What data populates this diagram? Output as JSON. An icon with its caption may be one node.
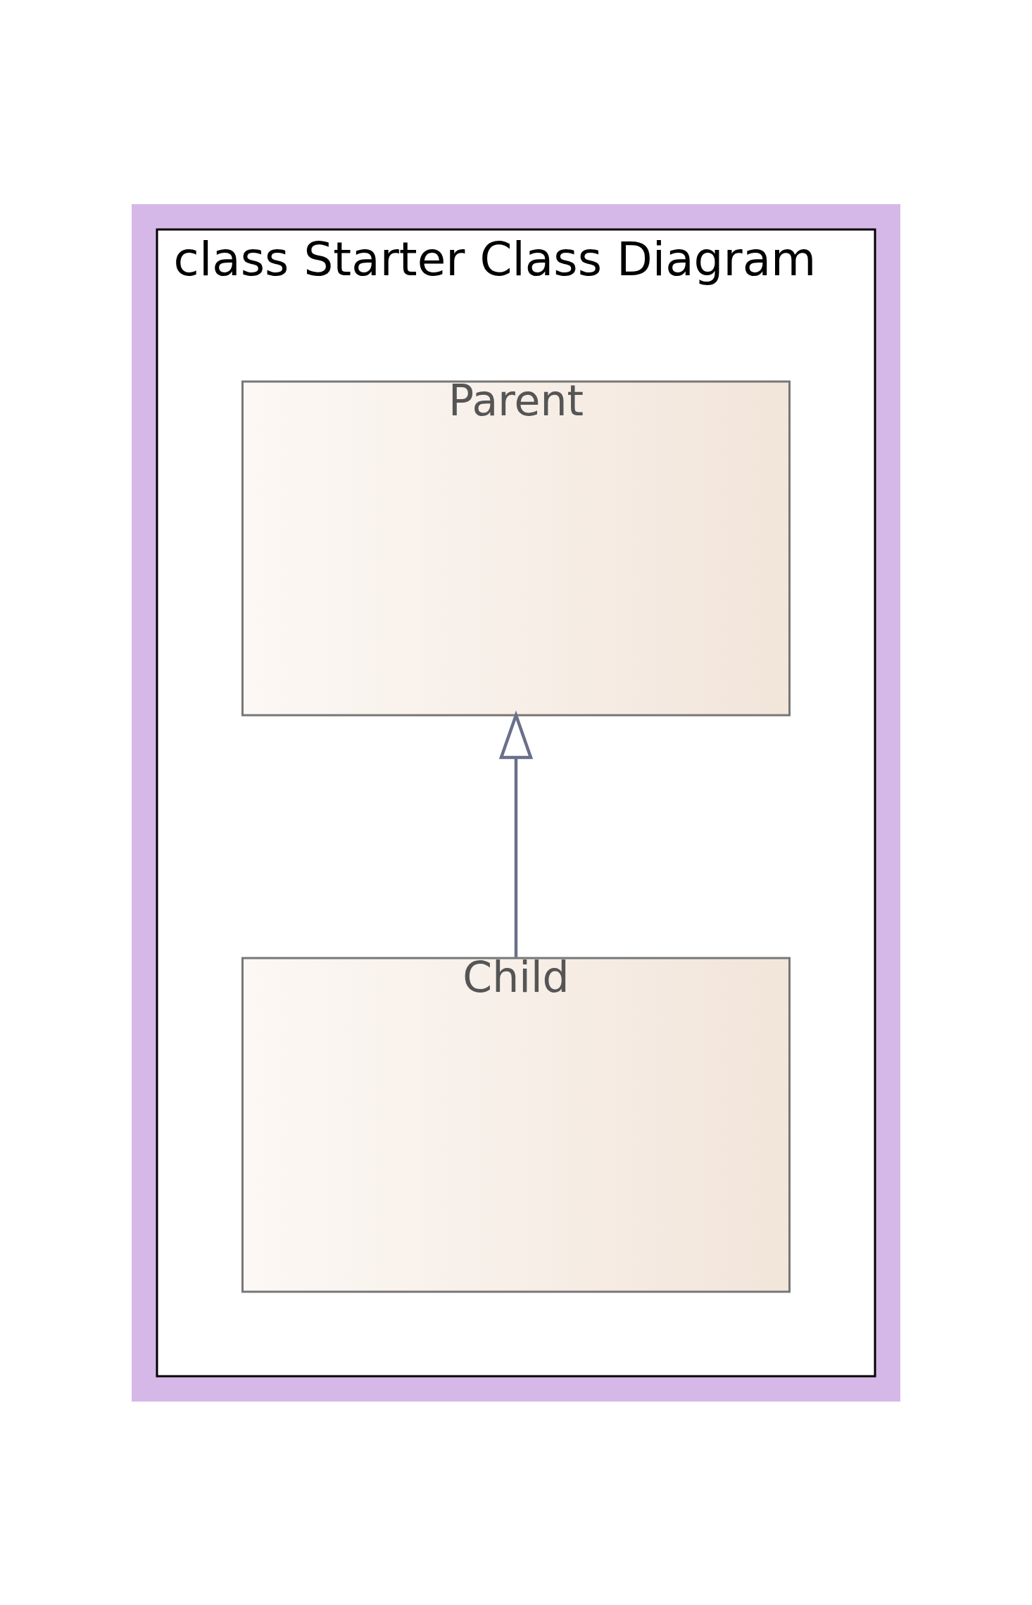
{
  "diagram": {
    "nodes": [
      {
        "text": [
          "class Starter Class Diagram"
        ]
      },
      {
        "text": [
          "Parent"
        ],
        "in": 0
      },
      {
        "text": [
          "Child"
        ],
        "in": 0
      }
    ],
    "edges": [
      {
        "from": 2,
        "to": 1,
        "arrow": "to"
      }
    ]
  }
}
